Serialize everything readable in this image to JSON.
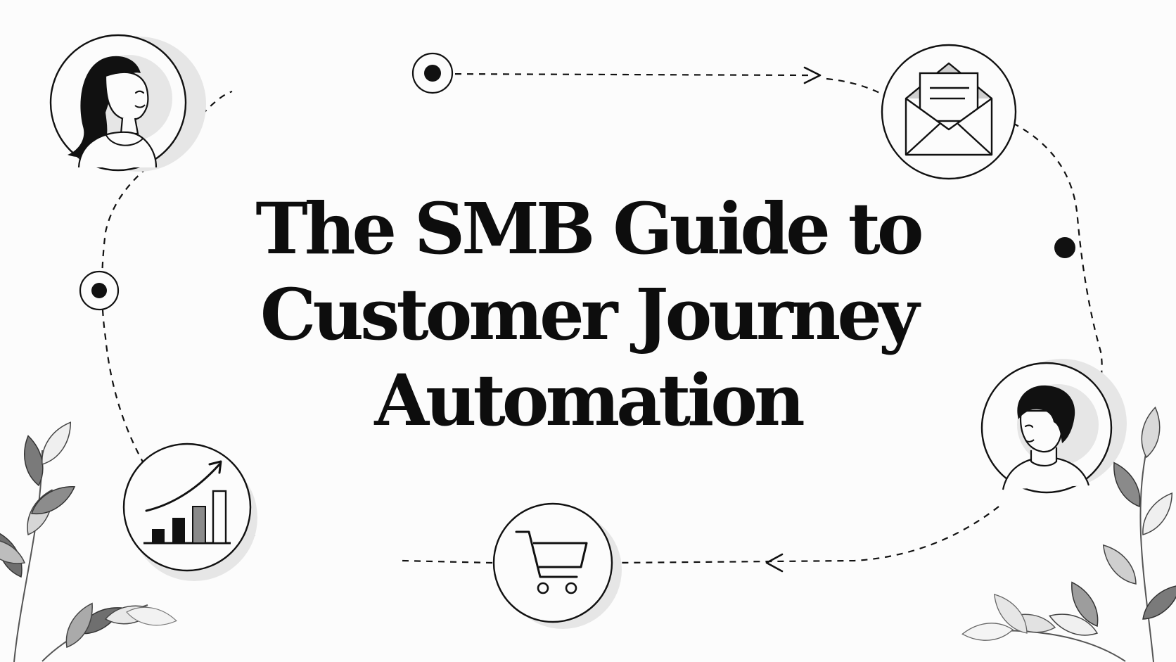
{
  "title": {
    "line1": "The SMB Guide to",
    "line2": "Customer Journey",
    "line3": "Automation"
  },
  "journey_stages": [
    {
      "icon": "woman-avatar-icon"
    },
    {
      "icon": "email-envelope-icon"
    },
    {
      "icon": "man-avatar-icon"
    },
    {
      "icon": "shopping-cart-icon"
    },
    {
      "icon": "growth-bar-chart-icon"
    }
  ],
  "decorations": {
    "left": "leaf-branch-icon",
    "right": "leaf-branch-icon"
  },
  "colors": {
    "background": "#fcfcfc",
    "ink": "#0d0d0d",
    "halo": "#e4e4e4",
    "leaf_dark": "#707070",
    "leaf_light": "#d0d0d0"
  }
}
